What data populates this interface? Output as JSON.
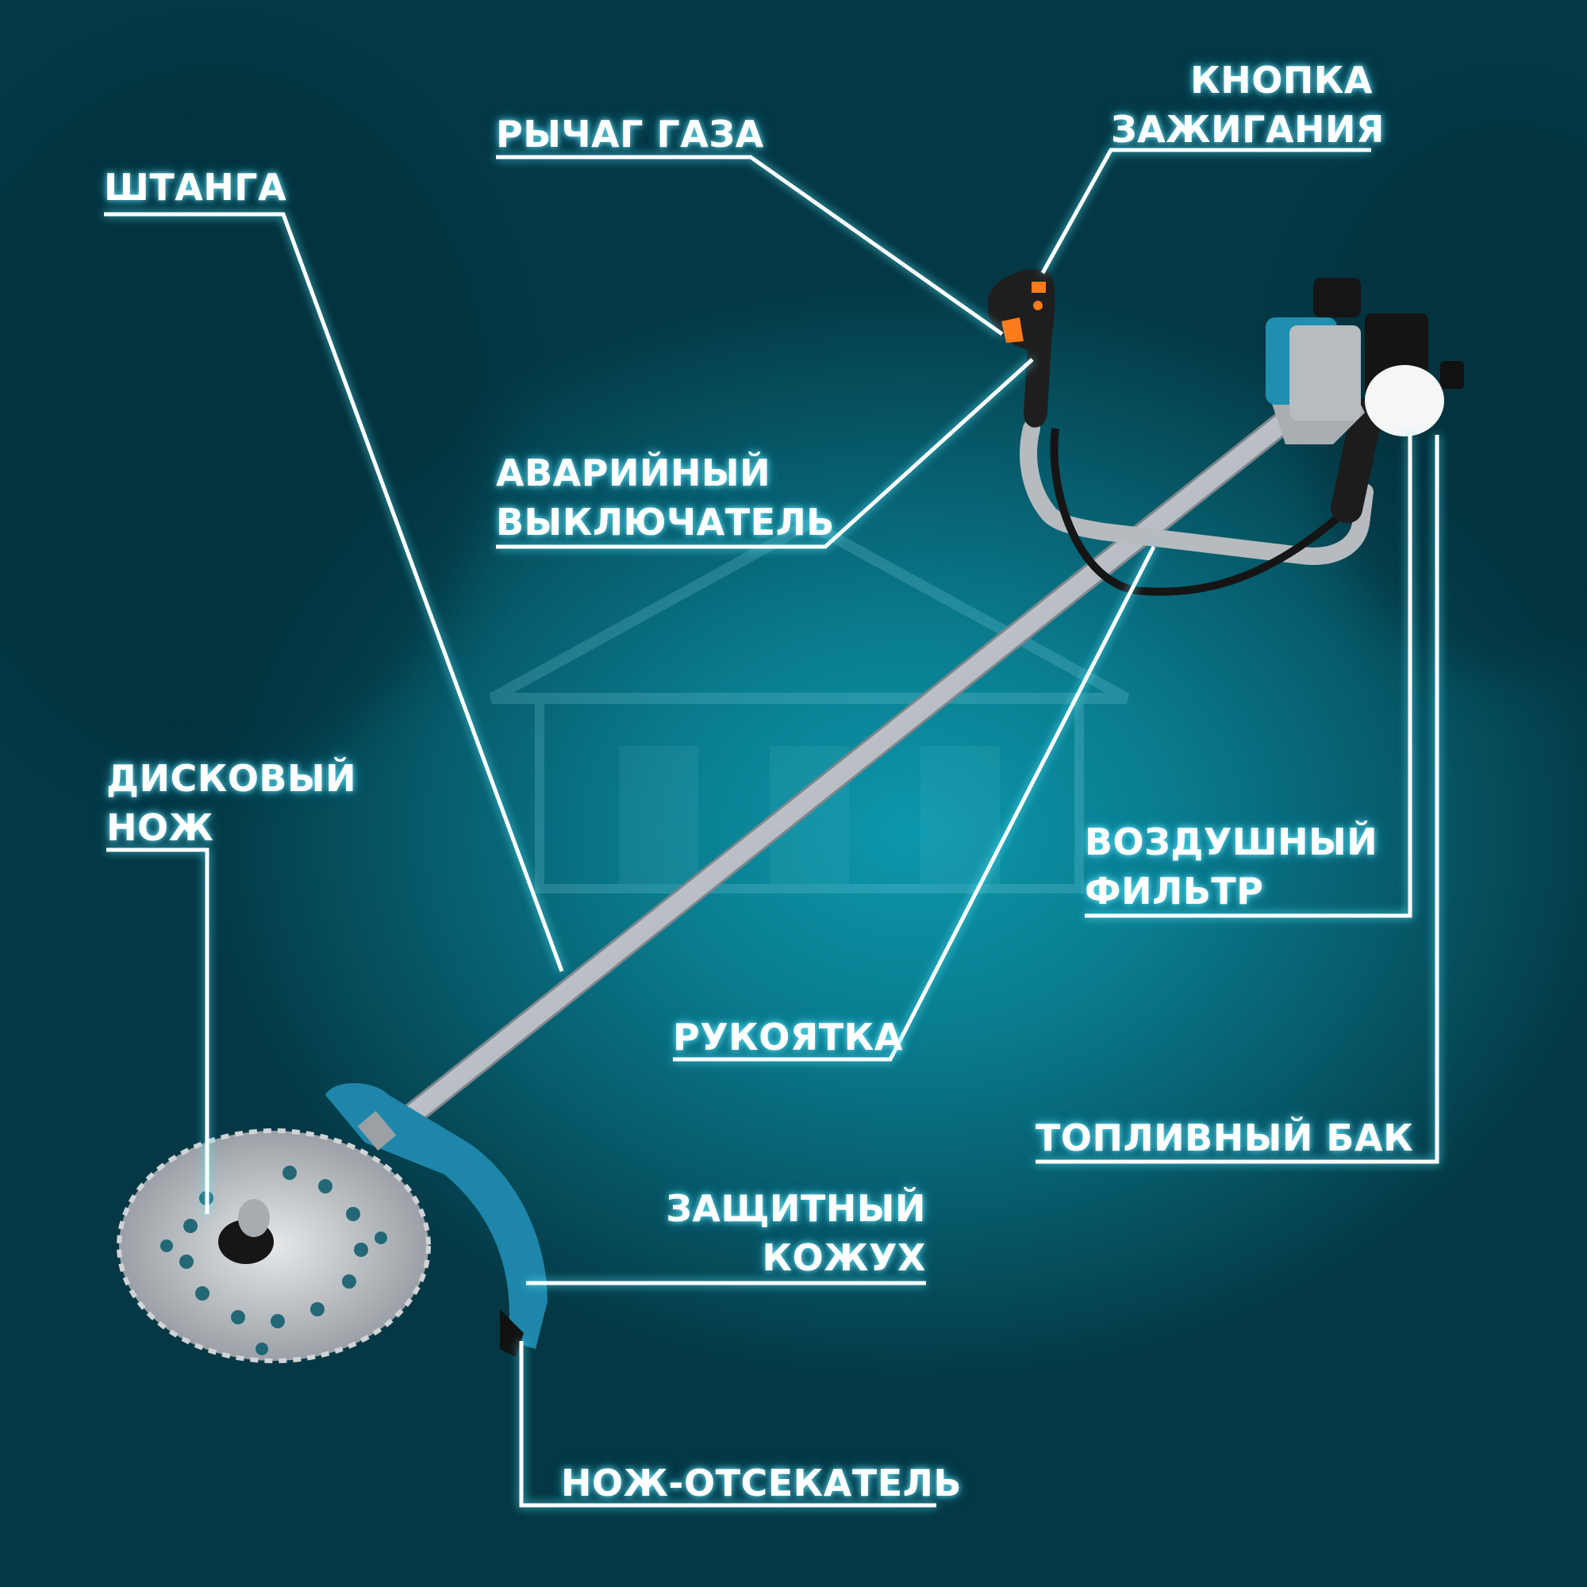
{
  "colors": {
    "background_center": "#0c97ab",
    "background_edge": "#043845",
    "label_text": "#ffffff",
    "label_glow": "#5aebff",
    "tool_accent_blue": "#1e8fb0",
    "tool_metal": "#c8ccd0",
    "tool_black": "#1a1a1a",
    "trigger_orange": "#ff7a1a"
  },
  "product": {
    "name": "brush-cutter"
  },
  "labels": {
    "shtanga": "ШТАНГА",
    "rychag_gaza": "РЫЧАГ ГАЗА",
    "knopka_line1": "КНОПКА",
    "knopka_line2": "ЗАЖИГАНИЯ",
    "avariyny_line1": "АВАРИЙНЫЙ",
    "avariyny_line2": "ВЫКЛЮЧАТЕЛЬ",
    "diskovy_line1": "ДИСКОВЫЙ",
    "diskovy_line2": "НОЖ",
    "vozdushny_line1": "ВОЗДУШНЫЙ",
    "vozdushny_line2": "ФИЛЬТР",
    "rukoyatka": "РУКОЯТКА",
    "toplivny_bak": "ТОПЛИВНЫЙ БАК",
    "zashchitny_line1": "ЗАЩИТНЫЙ",
    "zashchitny_line2": "КОЖУХ",
    "nozh_otsekatel": "НОЖ-ОТСЕКАТЕЛЬ"
  }
}
